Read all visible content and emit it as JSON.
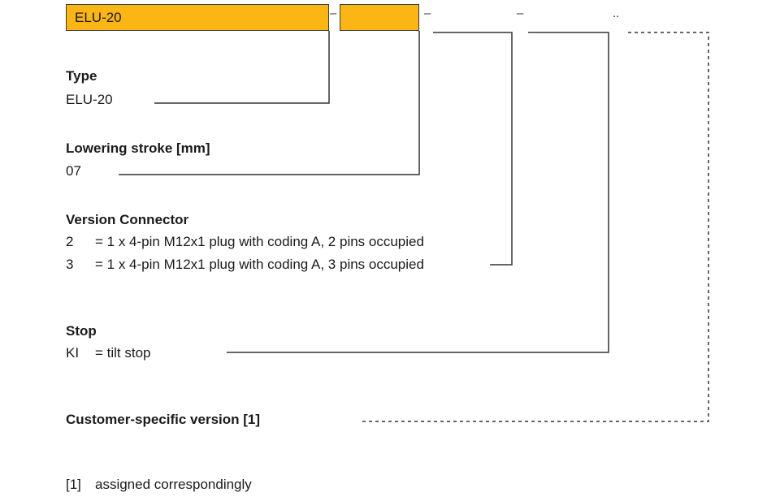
{
  "code_boxes": {
    "type_value": "ELU-20",
    "stroke_value": ""
  },
  "separators": [
    "–",
    "–",
    "–",
    ".."
  ],
  "sections": {
    "type": {
      "heading": "Type",
      "value": "ELU-20"
    },
    "stroke": {
      "heading": "Lowering stroke [mm]",
      "value": "07"
    },
    "connector": {
      "heading": "Version Connector",
      "options": [
        {
          "code": "2",
          "text": "= 1 x 4-pin M12x1 plug with coding A, 2 pins occupied"
        },
        {
          "code": "3",
          "text": "= 1 x 4-pin M12x1 plug with coding A, 3 pins occupied"
        }
      ]
    },
    "stop": {
      "heading": "Stop",
      "code": "KI",
      "text": "= tilt stop"
    },
    "customer": {
      "heading": "Customer-specific version [1]"
    }
  },
  "footnote": {
    "mark": "[1]",
    "text": "assigned correspondingly"
  },
  "colors": {
    "accent": "#fbb615",
    "line": "#333333"
  }
}
